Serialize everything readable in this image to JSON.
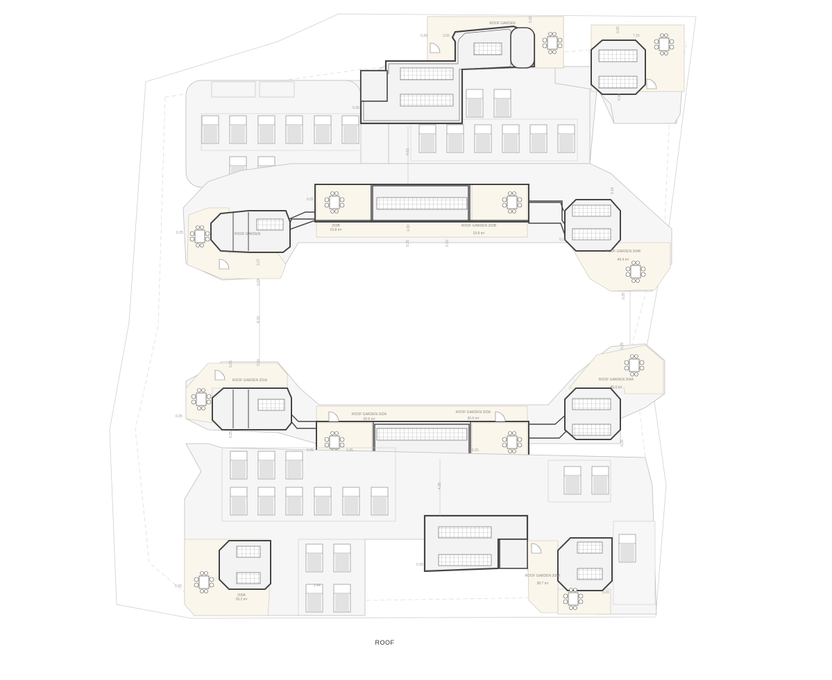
{
  "drawing": {
    "title": "ROOF",
    "colors": {
      "terrace": "#f6f6f6",
      "garden": "#fbf6ec",
      "roof_block": "#f3f3f3",
      "wall": "#555555",
      "thin_line": "#c8c8c8",
      "dashed": "#d4d4d4"
    },
    "gardens": [
      {
        "id": "g-top-center",
        "label": "ROOF GARDEN"
      },
      {
        "id": "g-top-right",
        "label": "",
        "area": ""
      },
      {
        "id": "g-row2-left",
        "label": "ROOF GARDEN"
      },
      {
        "id": "g-row2-mid-a",
        "label": "202B",
        "area": "19.8 m²"
      },
      {
        "id": "g-row2-mid-b",
        "label": "ROOF GARDEN 203B",
        "area": "19.8 m²"
      },
      {
        "id": "g-row2-right",
        "label": "ROOF GARDEN 204B",
        "area": "44.4 m²"
      },
      {
        "id": "g-row3-left",
        "label": "ROOF GARDEN 201A"
      },
      {
        "id": "g-row3-mid-a",
        "label": "ROOF GARDEN 202A",
        "area": "20.6 m²"
      },
      {
        "id": "g-row3-mid-b",
        "label": "ROOF GARDEN 203A",
        "area": "20.6 m²"
      },
      {
        "id": "g-row3-right",
        "label": "ROOF GARDEN 204A",
        "area": "45.0 m²"
      },
      {
        "id": "g-bottom-left",
        "label": "205A",
        "area": "39.2 m²"
      },
      {
        "id": "g-bottom-right",
        "label": "ROOF GARDEN 206A",
        "area": "38.7 m²"
      }
    ],
    "dimensions": [
      "0.30",
      "3.05",
      "0.20",
      "0.30",
      "7.15",
      "0.20",
      "0.30",
      "4.63",
      "0.25",
      "0.25",
      "1.00",
      "0.25",
      "0.20",
      "0.20",
      "0.19",
      "3.27",
      "0.23",
      "0.25",
      "8.20",
      "0.25",
      "0.20",
      "0.25",
      "0.25",
      "3.25",
      "6.25",
      "4.25",
      "0.25",
      "0.30",
      "0.20",
      "0.20",
      "2.44",
      "0.25",
      "0.25"
    ]
  }
}
